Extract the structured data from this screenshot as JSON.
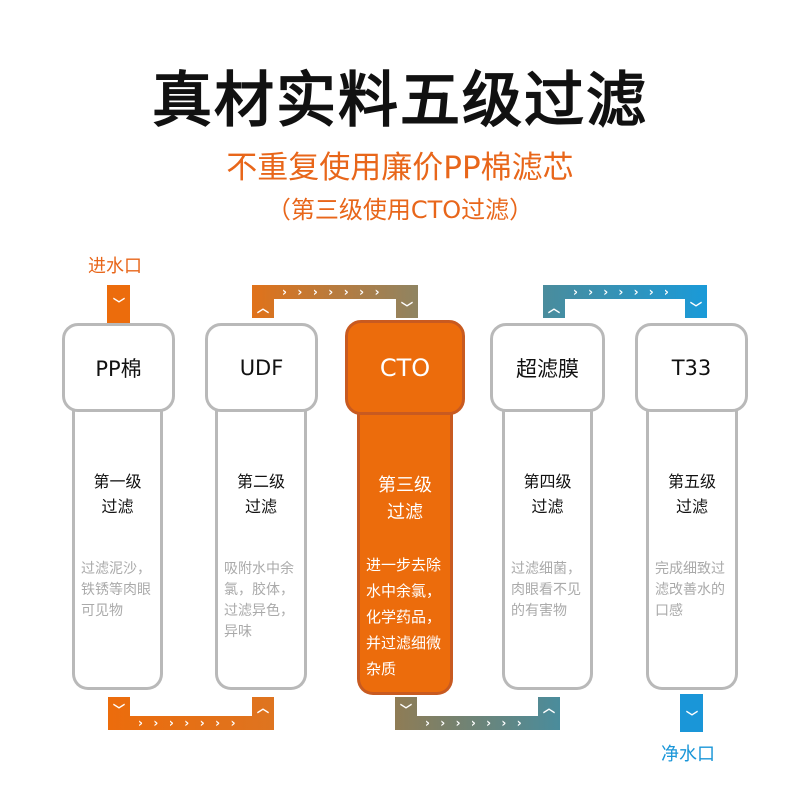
{
  "title": "真材实料五级过滤",
  "subtitle": "不重复使用廉价PP棉滤芯",
  "note": "（第三级使用CTO过滤）",
  "inlet_label": "进水口",
  "outlet_label": "净水口",
  "filters": [
    {
      "name": "PP棉",
      "stage": [
        "第一级",
        "过滤"
      ],
      "desc": "过滤泥沙，铁锈等肉眼可见物"
    },
    {
      "name": "UDF",
      "stage": [
        "第二级",
        "过滤"
      ],
      "desc": "吸附水中余氯，胶体，过滤异色，异味"
    },
    {
      "name": "CTO",
      "stage": [
        "第三级",
        "过滤"
      ],
      "desc": "进一步去除水中余氯，化学药品，并过滤细微杂质"
    },
    {
      "name": "超滤膜",
      "stage": [
        "第四级",
        "过滤"
      ],
      "desc": "过滤细菌，肉眼看不见的有害物"
    },
    {
      "name": "T33",
      "stage": [
        "第五级",
        "过滤"
      ],
      "desc": "完成细致过滤改善水的口感"
    }
  ],
  "colors": {
    "orange": "#ec6c0c",
    "olive": "#8f8462",
    "teal": "#4a8c9c",
    "blue": "#1a96d8"
  }
}
